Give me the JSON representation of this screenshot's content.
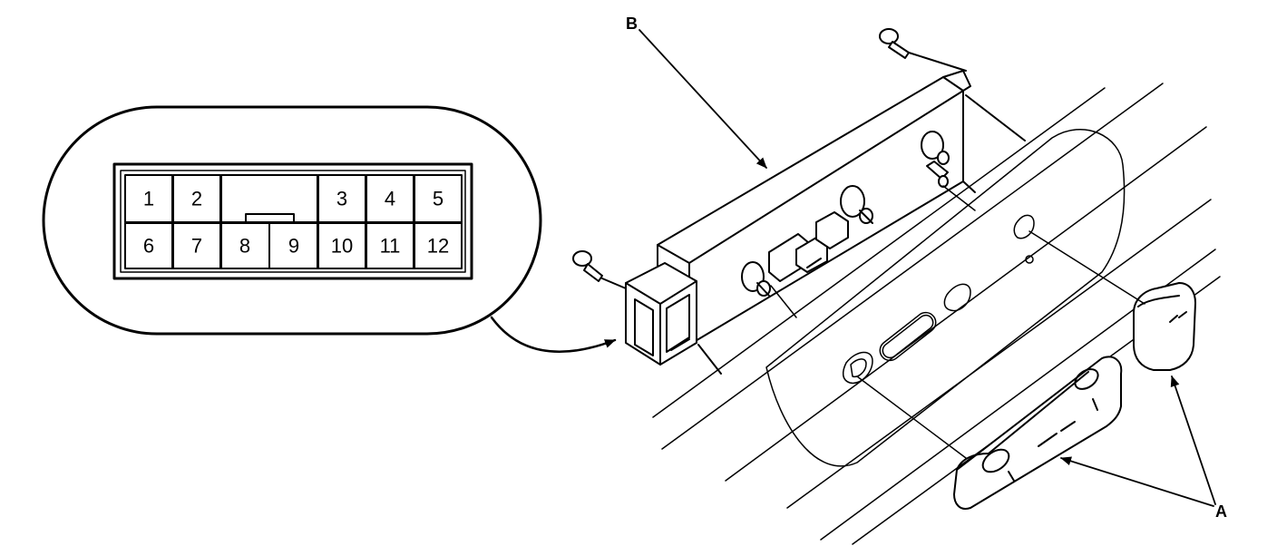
{
  "connector": {
    "pins_top": [
      "1",
      "2",
      "3",
      "4",
      "5"
    ],
    "pins_bottom": [
      "6",
      "7",
      "8",
      "9",
      "10",
      "11",
      "12"
    ]
  },
  "callouts": {
    "switch_assembly": "B",
    "switch_knobs": "A"
  }
}
